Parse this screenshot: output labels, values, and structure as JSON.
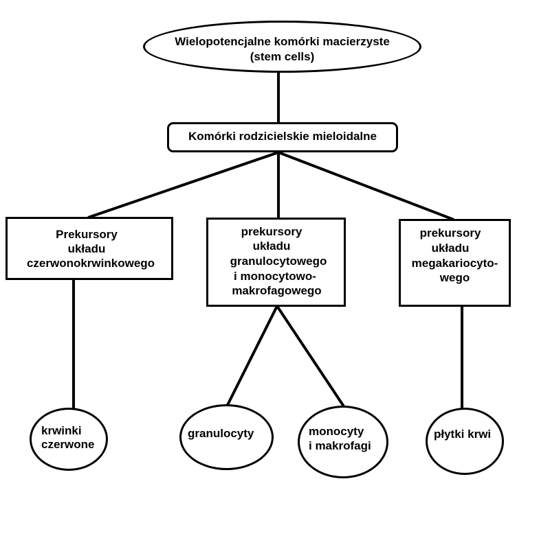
{
  "diagram": {
    "root": {
      "line1": "Wielopotencjalne komórki macierzyste",
      "line2": "(stem cells)"
    },
    "progenitor": {
      "label": "Komórki rodzicielskie mieloidalne"
    },
    "precursors": [
      {
        "id": "erythroid",
        "lines": [
          "Prekursory",
          "układu",
          "czerwonokrwinkowego"
        ]
      },
      {
        "id": "granulo-mono",
        "lines": [
          "prekursory",
          "układu",
          "granulocytowego",
          "i monocytowo-",
          "makrofagowego"
        ]
      },
      {
        "id": "megakaryocyte",
        "lines": [
          "prekursory",
          "układu",
          "megakariocyto-",
          "wego"
        ]
      }
    ],
    "cells": [
      {
        "id": "rbc",
        "lines": [
          "krwinki",
          "czerwone"
        ]
      },
      {
        "id": "granulocytes",
        "lines": [
          "granulocyty"
        ]
      },
      {
        "id": "monocytes",
        "lines": [
          "monocyty",
          "i makrofagi"
        ]
      },
      {
        "id": "platelets",
        "lines": [
          "płytki krwi"
        ]
      }
    ],
    "edges": [
      [
        "root",
        "progenitor"
      ],
      [
        "progenitor",
        "erythroid"
      ],
      [
        "progenitor",
        "granulo-mono"
      ],
      [
        "progenitor",
        "megakaryocyte"
      ],
      [
        "erythroid",
        "rbc"
      ],
      [
        "granulo-mono",
        "granulocytes"
      ],
      [
        "granulo-mono",
        "monocytes"
      ],
      [
        "megakaryocyte",
        "platelets"
      ]
    ]
  }
}
